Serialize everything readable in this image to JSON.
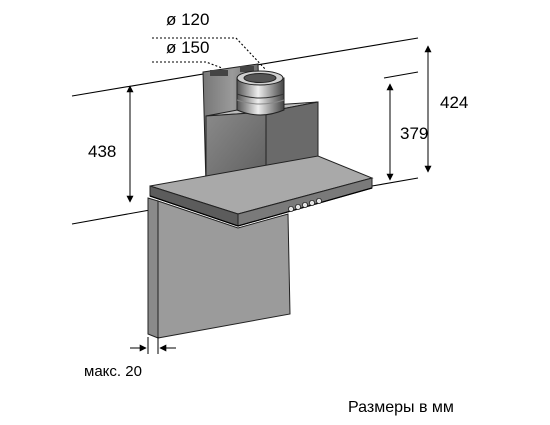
{
  "diagram": {
    "type": "technical-drawing",
    "subject": "wall-mounted chimney cooker hood",
    "dimensions": {
      "duct_small": "ø 120",
      "duct_large": "ø 150",
      "height_left": "438",
      "height_right_outer": "424",
      "height_right_inner": "379",
      "wall_gap": "макс. 20"
    },
    "caption": "Размеры в мм"
  }
}
